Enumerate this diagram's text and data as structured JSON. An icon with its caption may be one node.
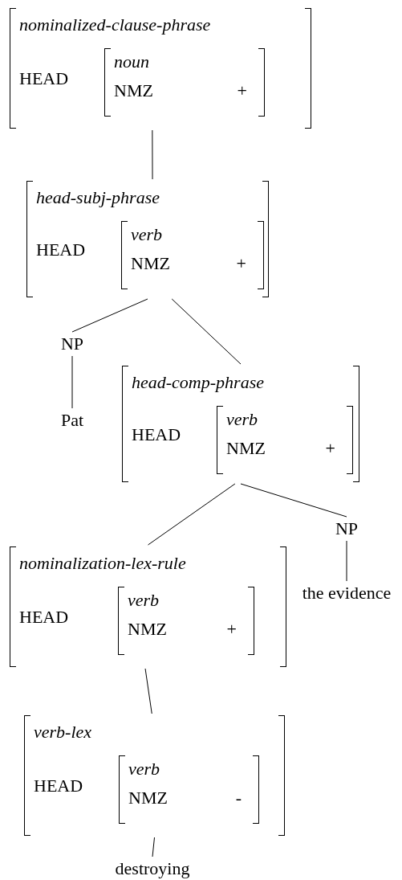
{
  "diagram": {
    "nodes": [
      {
        "text": [
          "nominalized-clause-phrase",
          "HEAD"
        ]
      },
      {
        "text": [
          "noun",
          "NMZ",
          "+"
        ],
        "in": 0
      },
      {
        "text": [
          "head-subj-phrase",
          "HEAD"
        ]
      },
      {
        "text": [
          "verb",
          "NMZ",
          "+"
        ],
        "in": 2
      },
      {
        "text": [
          "NP"
        ]
      },
      {
        "text": [
          "Pat"
        ]
      },
      {
        "text": [
          "head-comp-phrase",
          "HEAD"
        ]
      },
      {
        "text": [
          "verb",
          "NMZ",
          "+"
        ],
        "in": 6
      },
      {
        "text": [
          "nominalization-lex-rule",
          "HEAD"
        ]
      },
      {
        "text": [
          "verb",
          "NMZ",
          "+"
        ],
        "in": 8
      },
      {
        "text": [
          "NP"
        ]
      },
      {
        "text": [
          "the evidence"
        ]
      },
      {
        "text": [
          "verb-lex",
          "HEAD"
        ]
      },
      {
        "text": [
          "verb",
          "NMZ",
          "-"
        ],
        "in": 12
      },
      {
        "text": [
          "destroying"
        ]
      }
    ],
    "edges": [
      {
        "from": 0,
        "to": 2,
        "arrow": "none"
      },
      {
        "from": 2,
        "to": 4,
        "arrow": "none"
      },
      {
        "from": 2,
        "to": 6,
        "arrow": "none"
      },
      {
        "from": 4,
        "to": 5,
        "arrow": "none"
      },
      {
        "from": 6,
        "to": 8,
        "arrow": "none"
      },
      {
        "from": 6,
        "to": 10,
        "arrow": "none"
      },
      {
        "from": 10,
        "to": 11,
        "arrow": "none"
      },
      {
        "from": 8,
        "to": 12,
        "arrow": "none"
      },
      {
        "from": 12,
        "to": 14,
        "arrow": "none"
      }
    ]
  }
}
